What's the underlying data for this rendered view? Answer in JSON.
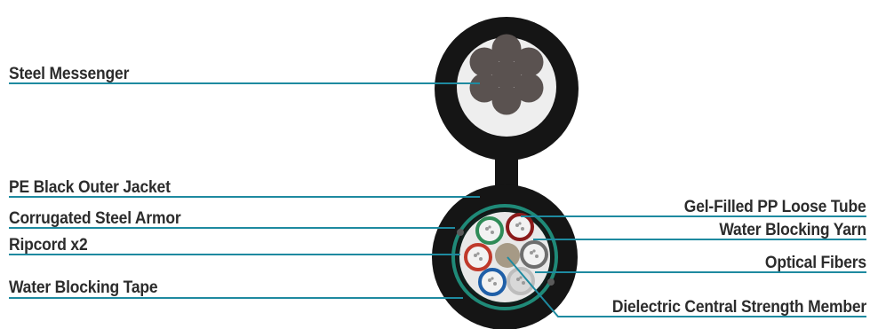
{
  "labels": {
    "steel_messenger": "Steel Messenger",
    "pe_black_outer_jacket": "PE Black Outer Jacket",
    "corrugated_steel_armor": "Corrugated Steel Armor",
    "ripcord": "Ripcord x2",
    "water_blocking_tape": "Water Blocking Tape",
    "gel_filled_pp_loose_tube": "Gel-Filled PP Loose Tube",
    "water_blocking_yarn": "Water Blocking Yarn",
    "optical_fibers": "Optical Fibers",
    "dielectric_central_strength_member": "Dielectric Central Strength Member"
  },
  "colors": {
    "leader_line": "#1e8aa0",
    "jacket": "#151515",
    "messenger_wire": "#5a5250",
    "armor": "#1f8a78",
    "tube_colors": [
      "#c0392b",
      "#2e8b57",
      "#8b1a1a",
      "#7a7a7a",
      "#1f5fa8",
      "#c8c8c8"
    ],
    "central_member": "#a69a86"
  }
}
